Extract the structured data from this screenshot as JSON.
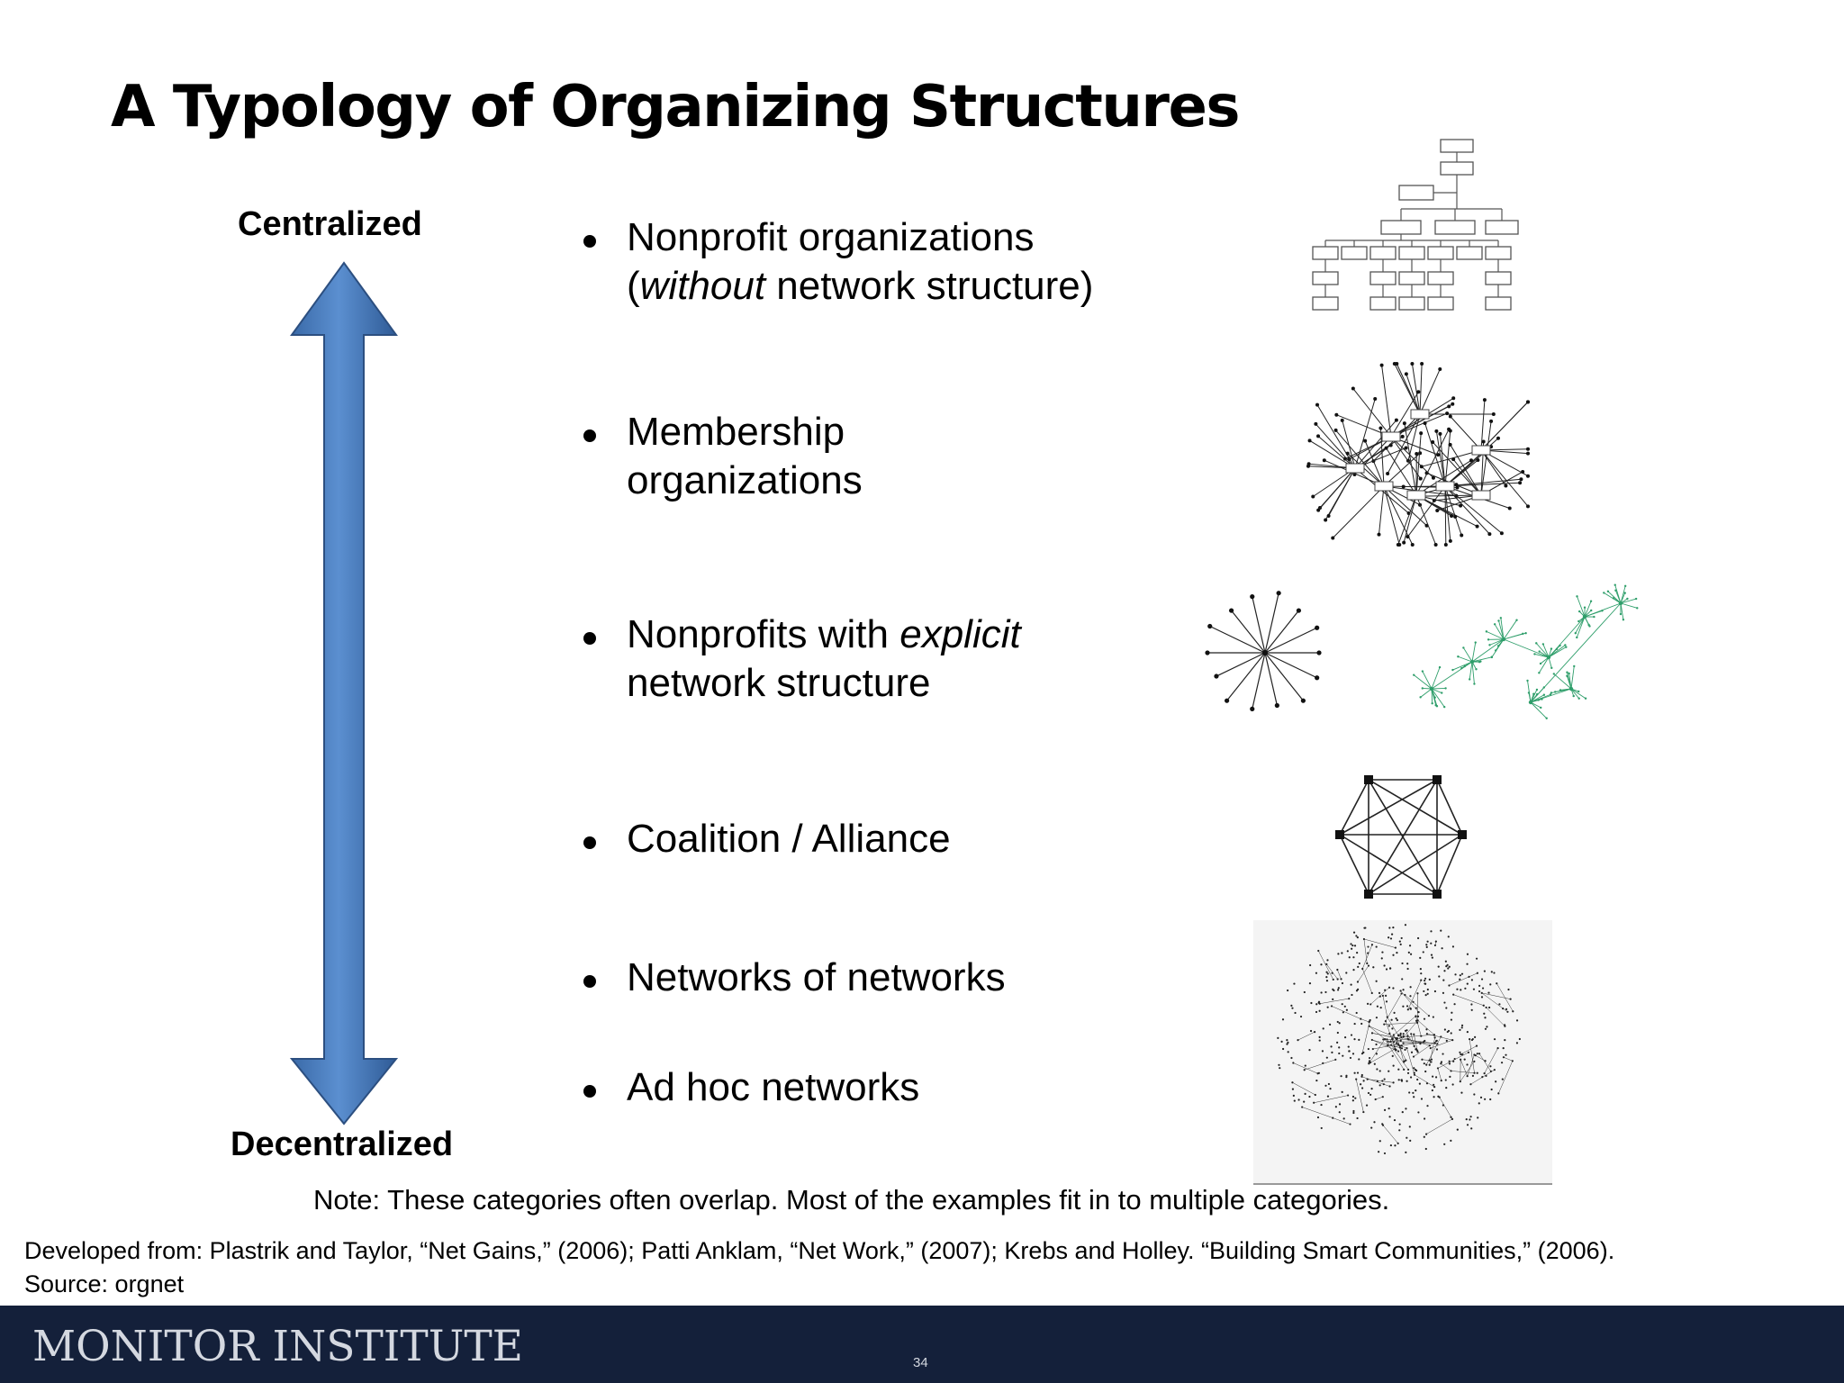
{
  "slide": {
    "title": "A Typology of Organizing Structures",
    "axis_top": "Centralized",
    "axis_bottom": "Decentralized"
  },
  "bullets": [
    {
      "line1_a": "Nonprofit organizations",
      "line2_a": "(",
      "line2_em": "without",
      "line2_b": " network structure)"
    },
    {
      "line1": "Membership",
      "line2": "organizations"
    },
    {
      "line1_a": "Nonprofits with ",
      "line1_em": "explicit",
      "line2": "network structure"
    },
    {
      "line1": "Coalition / Alliance"
    },
    {
      "line1": "Networks of networks"
    },
    {
      "line1": "Ad hoc networks"
    }
  ],
  "note": "Note: These categories often overlap. Most of the examples fit in to multiple categories.",
  "credit_line1": "Developed from: Plastrik and Taylor, “Net Gains,” (2006); Patti Anklam, “Net Work,” (2007); Krebs and Holley. “Building Smart Communities,” (2006).",
  "credit_line2": "Source: orgnet",
  "footer": {
    "logo": "MONITOR INSTITUTE",
    "page_number": "34"
  },
  "colors": {
    "arrow": "#4f81bd",
    "footer": "#14203a",
    "network_green": "#2e9e6a"
  },
  "icons": [
    "org-chart-icon",
    "membership-network-icon",
    "hub-spoke-icon",
    "cluster-network-icon",
    "coalition-graph-icon",
    "dense-network-icon",
    "double-arrow-icon"
  ]
}
